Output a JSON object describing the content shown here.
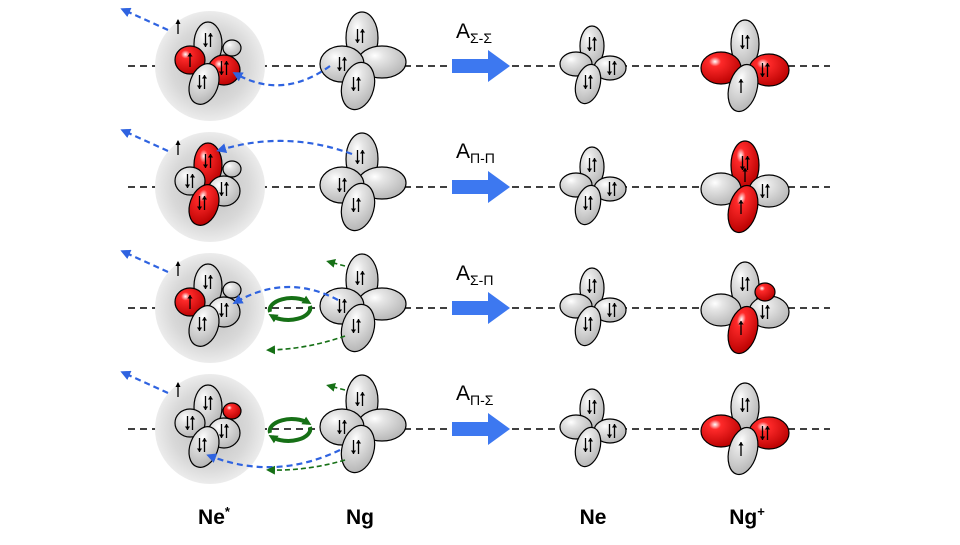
{
  "rows": [
    {
      "amplitude": "A",
      "amplitude_sub": "Σ-Σ"
    },
    {
      "amplitude": "A",
      "amplitude_sub": "Π-Π"
    },
    {
      "amplitude": "A",
      "amplitude_sub": "Σ-Π"
    },
    {
      "amplitude": "A",
      "amplitude_sub": "Π-Σ"
    }
  ],
  "columns": [
    {
      "label": "Ne",
      "sup": "*"
    },
    {
      "label": "Ng",
      "sup": ""
    },
    {
      "label": "Ne",
      "sup": ""
    },
    {
      "label": "Ng",
      "sup": "+"
    }
  ],
  "colors": {
    "orbital_filled": "#d4d4d4",
    "orbital_active": "#e80000",
    "transfer_arrow": "#2f63e0",
    "big_arrow": "#3d78f0",
    "exchange_arrow": "#167016",
    "halo": "#cfcfcf",
    "axis": "#000000"
  }
}
